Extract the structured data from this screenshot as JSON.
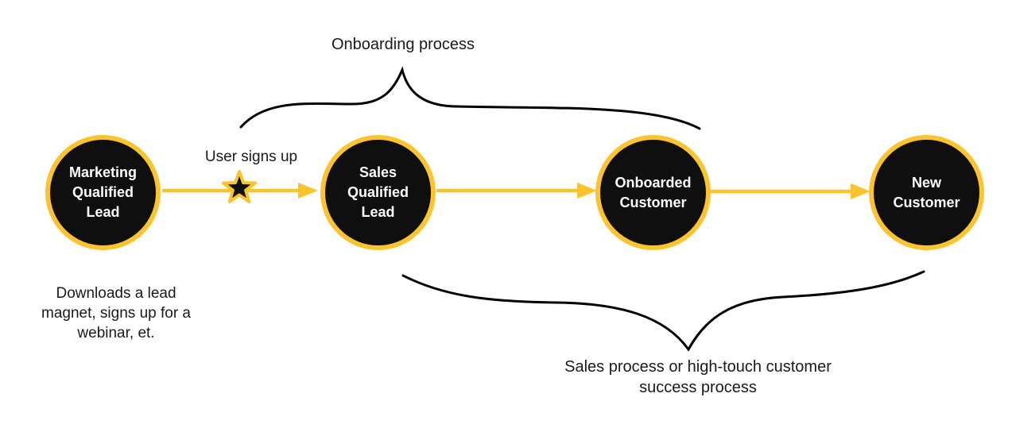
{
  "diagram": {
    "nodes": [
      {
        "id": "marketing-qualified-lead",
        "lines": [
          "Marketing",
          "Qualified",
          "Lead"
        ]
      },
      {
        "id": "sales-qualified-lead",
        "lines": [
          "Sales",
          "Qualified",
          "Lead"
        ]
      },
      {
        "id": "onboarded-customer",
        "lines": [
          "Onboarded",
          "Customer"
        ]
      },
      {
        "id": "new-customer",
        "lines": [
          "New",
          "Customer"
        ]
      }
    ],
    "annotations": {
      "onboarding_process": "Onboarding process",
      "user_signs_up": "User signs up",
      "mql_note_lines": [
        "Downloads a lead",
        "magnet, signs up for a",
        "webinar, et."
      ],
      "sales_note_lines": [
        "Sales process or high-touch customer",
        "success process"
      ]
    },
    "icons": {
      "star": "star-icon"
    },
    "colors": {
      "accent_yellow": "#FBC32D",
      "node_fill": "#0F0F0F",
      "node_text": "#FFFFFF",
      "annotation_text": "#1A1A1A",
      "brace_stroke": "#000000",
      "background": "#FFFFFF"
    }
  }
}
